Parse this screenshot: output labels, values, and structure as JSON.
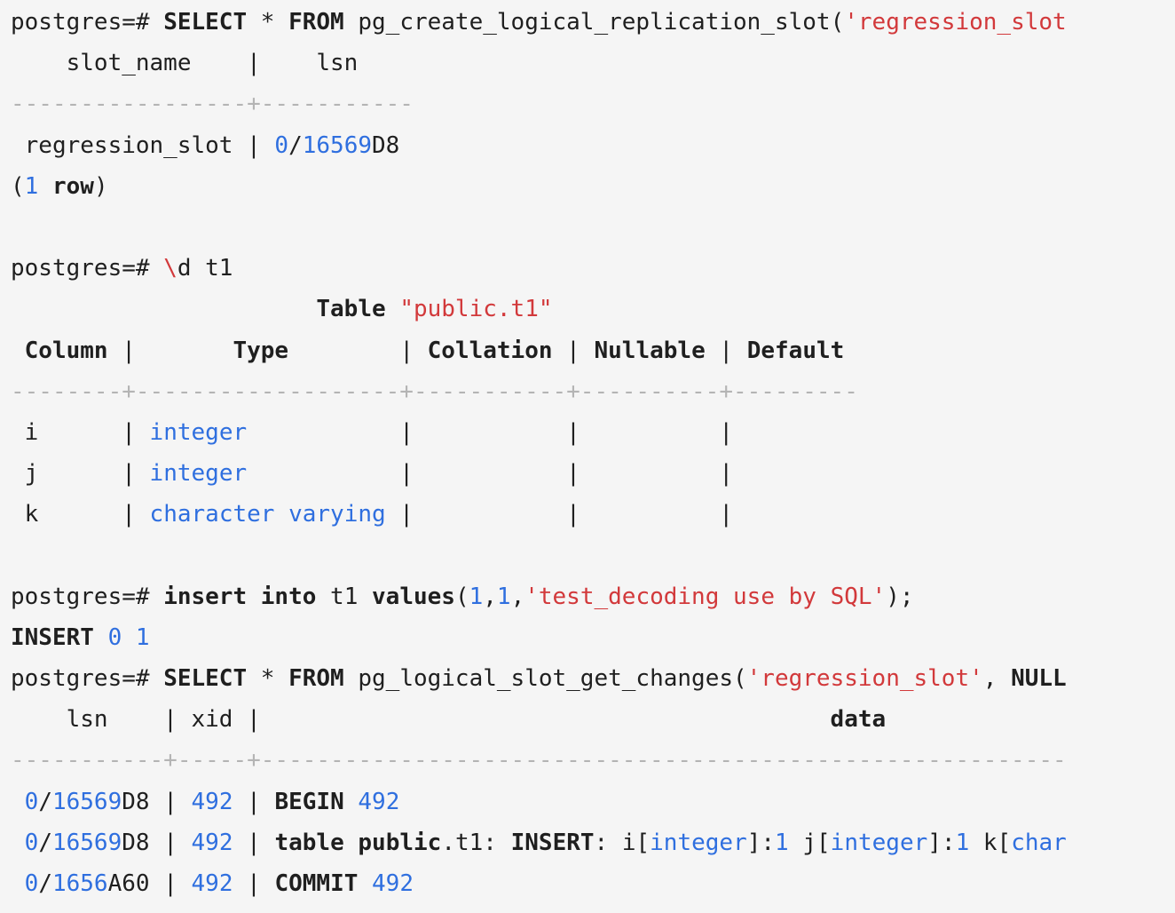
{
  "window": {
    "background": "#f5f5f5",
    "colors": {
      "text": "#1f1f1f",
      "keyword": "#1f1f1f",
      "string": "#d2393b",
      "number": "#2f6fdf",
      "separator": "#b4b4b4"
    }
  },
  "lines": [
    {
      "segments": [
        {
          "text": "postgres=# ",
          "style": "plain"
        },
        {
          "text": "SELECT",
          "style": "kw"
        },
        {
          "text": " * ",
          "style": "plain"
        },
        {
          "text": "FROM",
          "style": "kw"
        },
        {
          "text": " pg_create_logical_replication_slot(",
          "style": "plain"
        },
        {
          "text": "'regression_slot",
          "style": "str"
        }
      ]
    },
    {
      "segments": [
        {
          "text": "    slot_name    |    lsn",
          "style": "plain"
        }
      ]
    },
    {
      "segments": [
        {
          "text": "-----------------+-----------",
          "style": "sep"
        }
      ]
    },
    {
      "segments": [
        {
          "text": " regression_slot | ",
          "style": "plain"
        },
        {
          "text": "0",
          "style": "num"
        },
        {
          "text": "/",
          "style": "plain"
        },
        {
          "text": "16569",
          "style": "num"
        },
        {
          "text": "D8",
          "style": "plain"
        }
      ]
    },
    {
      "segments": [
        {
          "text": "(",
          "style": "plain"
        },
        {
          "text": "1",
          "style": "num"
        },
        {
          "text": " ",
          "style": "plain"
        },
        {
          "text": "row",
          "style": "kw"
        },
        {
          "text": ")",
          "style": "plain"
        }
      ]
    },
    {
      "segments": []
    },
    {
      "segments": [
        {
          "text": "postgres=# ",
          "style": "plain"
        },
        {
          "text": "\\",
          "style": "str"
        },
        {
          "text": "d t1",
          "style": "plain"
        }
      ]
    },
    {
      "segments": [
        {
          "text": "                      ",
          "style": "plain"
        },
        {
          "text": "Table",
          "style": "kw"
        },
        {
          "text": " ",
          "style": "plain"
        },
        {
          "text": "\"public.t1\"",
          "style": "str"
        }
      ]
    },
    {
      "segments": [
        {
          "text": " ",
          "style": "plain"
        },
        {
          "text": "Column",
          "style": "kw"
        },
        {
          "text": " |       ",
          "style": "plain"
        },
        {
          "text": "Type",
          "style": "kw"
        },
        {
          "text": "        | ",
          "style": "plain"
        },
        {
          "text": "Collation",
          "style": "kw"
        },
        {
          "text": " | ",
          "style": "plain"
        },
        {
          "text": "Nullable",
          "style": "kw"
        },
        {
          "text": " | ",
          "style": "plain"
        },
        {
          "text": "Default",
          "style": "kw"
        }
      ]
    },
    {
      "segments": [
        {
          "text": "--------+-------------------+-----------+----------+---------",
          "style": "sep"
        }
      ]
    },
    {
      "segments": [
        {
          "text": " i      | ",
          "style": "plain"
        },
        {
          "text": "integer",
          "style": "typ"
        },
        {
          "text": "           |           |          |",
          "style": "plain"
        }
      ]
    },
    {
      "segments": [
        {
          "text": " j      | ",
          "style": "plain"
        },
        {
          "text": "integer",
          "style": "typ"
        },
        {
          "text": "           |           |          |",
          "style": "plain"
        }
      ]
    },
    {
      "segments": [
        {
          "text": " k      | ",
          "style": "plain"
        },
        {
          "text": "character varying",
          "style": "typ"
        },
        {
          "text": " |           |          |",
          "style": "plain"
        }
      ]
    },
    {
      "segments": []
    },
    {
      "segments": [
        {
          "text": "postgres=# ",
          "style": "plain"
        },
        {
          "text": "insert",
          "style": "kw"
        },
        {
          "text": " ",
          "style": "plain"
        },
        {
          "text": "into",
          "style": "kw"
        },
        {
          "text": " t1 ",
          "style": "plain"
        },
        {
          "text": "values",
          "style": "kw"
        },
        {
          "text": "(",
          "style": "plain"
        },
        {
          "text": "1",
          "style": "num"
        },
        {
          "text": ",",
          "style": "plain"
        },
        {
          "text": "1",
          "style": "num"
        },
        {
          "text": ",",
          "style": "plain"
        },
        {
          "text": "'test_decoding use by SQL'",
          "style": "str"
        },
        {
          "text": ");",
          "style": "plain"
        }
      ]
    },
    {
      "segments": [
        {
          "text": "INSERT",
          "style": "kw"
        },
        {
          "text": " ",
          "style": "plain"
        },
        {
          "text": "0",
          "style": "num"
        },
        {
          "text": " ",
          "style": "plain"
        },
        {
          "text": "1",
          "style": "num"
        }
      ]
    },
    {
      "segments": [
        {
          "text": "postgres=# ",
          "style": "plain"
        },
        {
          "text": "SELECT",
          "style": "kw"
        },
        {
          "text": " * ",
          "style": "plain"
        },
        {
          "text": "FROM",
          "style": "kw"
        },
        {
          "text": " pg_logical_slot_get_changes(",
          "style": "plain"
        },
        {
          "text": "'regression_slot'",
          "style": "str"
        },
        {
          "text": ", ",
          "style": "plain"
        },
        {
          "text": "NULL",
          "style": "kw"
        }
      ]
    },
    {
      "segments": [
        {
          "text": "    lsn    | xid |                                         ",
          "style": "plain"
        },
        {
          "text": "data",
          "style": "kw"
        }
      ]
    },
    {
      "segments": [
        {
          "text": "-----------+-----+----------------------------------------------------------",
          "style": "sep"
        }
      ]
    },
    {
      "segments": [
        {
          "text": " ",
          "style": "plain"
        },
        {
          "text": "0",
          "style": "num"
        },
        {
          "text": "/",
          "style": "plain"
        },
        {
          "text": "16569",
          "style": "num"
        },
        {
          "text": "D8 | ",
          "style": "plain"
        },
        {
          "text": "492",
          "style": "num"
        },
        {
          "text": " | ",
          "style": "plain"
        },
        {
          "text": "BEGIN",
          "style": "kw"
        },
        {
          "text": " ",
          "style": "plain"
        },
        {
          "text": "492",
          "style": "num"
        }
      ]
    },
    {
      "segments": [
        {
          "text": " ",
          "style": "plain"
        },
        {
          "text": "0",
          "style": "num"
        },
        {
          "text": "/",
          "style": "plain"
        },
        {
          "text": "16569",
          "style": "num"
        },
        {
          "text": "D8 | ",
          "style": "plain"
        },
        {
          "text": "492",
          "style": "num"
        },
        {
          "text": " | ",
          "style": "plain"
        },
        {
          "text": "table",
          "style": "kw"
        },
        {
          "text": " ",
          "style": "plain"
        },
        {
          "text": "public",
          "style": "kw"
        },
        {
          "text": ".t1: ",
          "style": "plain"
        },
        {
          "text": "INSERT",
          "style": "kw"
        },
        {
          "text": ": i[",
          "style": "plain"
        },
        {
          "text": "integer",
          "style": "typ"
        },
        {
          "text": "]:",
          "style": "plain"
        },
        {
          "text": "1",
          "style": "num"
        },
        {
          "text": " j[",
          "style": "plain"
        },
        {
          "text": "integer",
          "style": "typ"
        },
        {
          "text": "]:",
          "style": "plain"
        },
        {
          "text": "1",
          "style": "num"
        },
        {
          "text": " k[",
          "style": "plain"
        },
        {
          "text": "char",
          "style": "typ"
        }
      ]
    },
    {
      "segments": [
        {
          "text": " ",
          "style": "plain"
        },
        {
          "text": "0",
          "style": "num"
        },
        {
          "text": "/",
          "style": "plain"
        },
        {
          "text": "1656",
          "style": "num"
        },
        {
          "text": "A60 | ",
          "style": "plain"
        },
        {
          "text": "492",
          "style": "num"
        },
        {
          "text": " | ",
          "style": "plain"
        },
        {
          "text": "COMMIT",
          "style": "kw"
        },
        {
          "text": " ",
          "style": "plain"
        },
        {
          "text": "492",
          "style": "num"
        }
      ]
    }
  ]
}
